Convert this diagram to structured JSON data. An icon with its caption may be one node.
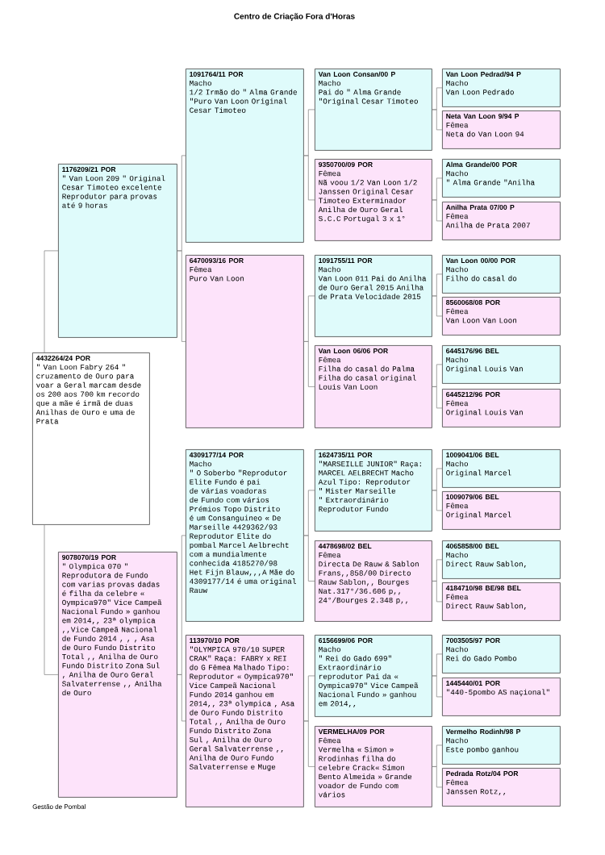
{
  "diagram": {
    "title": "Centro de Criação Fora d'Horas",
    "nodes": [
      {
        "text": [
          "4432264/24 POR",
          "\" Van Loon Fabry 264 \" cruzamento de Ouro para voar a Geral marcam desde os 200 aos 700 km recordo que a mãe é irmã de duas Anilhas de Ouro e uma de Prata"
        ]
      },
      {
        "text": [
          "1176209/21 POR",
          "\" Van Loon 209 \" Original Cesar Timoteo excelente Reprodutor para provas até 9 horas"
        ]
      },
      {
        "text": [
          "9078070/19 POR",
          "\" Olympica 070 \" Reprodutora de Fundo com varias provas dadas é filha da celebre « Oympica970\" Vice Campeã Nacional Fundo » ganhou em 2014,, 23ª olympica ,,Vice Campeã Nacional de Fundo 2014 , , , Asa de Ouro Fundo Distrito Total ,, Anilha de Ouro Fundo Distrito Zona Sul , Anilha de Ouro Geral Salvaterrense ,, Anilha de Ouro"
        ]
      },
      {
        "text": [
          "1091764/11 POR",
          "Macho",
          "1/2 Irmão do \" Alma Grande \"Puro Van Loon Original Cesar Timoteo"
        ]
      },
      {
        "text": [
          "6470093/16 POR",
          "Fêmea",
          "Puro Van Loon"
        ]
      },
      {
        "text": [
          "4309177/14 POR",
          "Macho",
          "\" O Soberbo \"Reprodutor Elite Fundo é pai de várias voadoras de Fundo com vários Prémios Topo Distrito é um Consanguineo « De Marseille 4429362/93 Reprodutor Elite do pombal Marcel Aelbrecht com a mundialmente conhecida 4185270/98 Het Fijn Blauw,,,A Mãe do 4309177/14 é uma original Rauw"
        ]
      },
      {
        "text": [
          "113970/10 POR",
          "\"OLYMPICA 970/10 SUPER CRAK\" Raça: FABRY x REI do G Fêmea Malhado Tipo: Reprodutor « Oympica970\" Vice Campeã Nacional Fundo 2014 ganhou em 2014,, 23ª olympica , Asa de Ouro Fundo Distrito Total ,, Anilha de Ouro Fundo Distrito Zona Sul , Anilha de Ouro Geral Salvaterrense ,, Anilha de Ouro Fundo Salvaterrense e Muge"
        ]
      },
      {
        "text": [
          "Van Loon Consan/00 P",
          "Macho",
          "Pai do \" Alma Grande \"Original Cesar Timoteo"
        ]
      },
      {
        "text": [
          "9350700/09 POR",
          "Fêmea",
          "Nã voou 1/2 Van Loon 1/2 Janssen Original Cesar Timoteo Exterminador Anilha de Ouro Geral S.C.C Portugal 3 x 1°"
        ]
      },
      {
        "text": [
          "1091755/11 POR",
          "Macho",
          "Van Loon 011 Pai do Anilha de Ouro Geral 2015 Anilha de Prata Velocidade 2015"
        ]
      },
      {
        "text": [
          "Van Loon 06/06 POR",
          "Fêmea",
          "Filha do casal do Palma Filha do casal original Louis Van Loon"
        ]
      },
      {
        "text": [
          "1624735/11 POR",
          "\"MARSEILLE JUNIOR\" Raça: MARCEL AELBRECHT Macho Azul Tipo: Reprodutor \" Mister Marseille \" Extraordinário Reprodutor Fundo"
        ]
      },
      {
        "text": [
          "4478698/02 BEL",
          "Fêmea",
          "Directa De Rauw & Sablon Frans,,858/00 Directo Rauw Sablon,, Bourges Nat.317°/36.606 p,, 24°/Bourges 2.348 p,,"
        ]
      },
      {
        "text": [
          "6156699/06 POR",
          "Macho",
          "\" Rei do Gado 699\" Extraordinário reprodutor Pai da « Oympica970\" Vice Campeã Nacional Fundo » ganhou em 2014,,"
        ]
      },
      {
        "text": [
          "VERMELHA/09 POR",
          "Fêmea",
          "Vermelha « Simon » Rrodinhas filha do celebre Crack« Simon Bento Almeida » Grande voador de Fundo com vários"
        ]
      },
      {
        "text": [
          "Van Loon Pedrad/94 P",
          "Macho",
          "Van Loon Pedrado"
        ]
      },
      {
        "text": [
          "Neta Van Loon 9/94 P",
          "Fêmea",
          "Neta do Van Loon 94"
        ]
      },
      {
        "text": [
          "Alma Grande/00 POR",
          "Macho",
          "\" Alma Grande \"Anilha"
        ]
      },
      {
        "text": [
          "Anilha Prata 07/00 P",
          "Fêmea",
          "Anilha de Prata 2007"
        ]
      },
      {
        "text": [
          "Van Loon 00/00 POR",
          "Macho",
          "Filho do casal do"
        ]
      },
      {
        "text": [
          "8560068/08 POR",
          "Fêmea",
          "Van Loon Van Loon"
        ]
      },
      {
        "text": [
          "6445176/96 BEL",
          "Macho",
          "Original Louis Van"
        ]
      },
      {
        "text": [
          "6445212/96 POR",
          "Fêmea",
          "Original Louis Van"
        ]
      },
      {
        "text": [
          "1009041/06 BEL",
          "Macho",
          "Original Marcel"
        ]
      },
      {
        "text": [
          "1009079/06 BEL",
          "Fêmea",
          "Original Marcel"
        ]
      },
      {
        "text": [
          "4065858/00 BEL",
          "Macho",
          "Direct Rauw Sablon,"
        ]
      },
      {
        "text": [
          "4184710/98 BE/98 BEL",
          "Fêmea",
          "Direct Rauw Sablon,"
        ]
      },
      {
        "text": [
          "7003505/97 POR",
          "Macho",
          "Rei do Gado Pombo"
        ]
      },
      {
        "text": [
          "1445440/01 POR",
          "\"440-5pombo AS naçional\""
        ]
      },
      {
        "text": [
          "Vermelho Rodinh/98 P",
          "Macho",
          "Este pombo ganhou"
        ]
      },
      {
        "text": [
          "Pedrada Rotz/04 POR",
          "Fêmea",
          "Janssen Rotz,,"
        ]
      }
    ],
    "edges": [
      {
        "from": 0,
        "to": 1,
        "arrow": "none"
      },
      {
        "from": 0,
        "to": 2,
        "arrow": "none"
      },
      {
        "from": 1,
        "to": 3,
        "arrow": "none"
      },
      {
        "from": 1,
        "to": 4,
        "arrow": "none"
      },
      {
        "from": 2,
        "to": 5,
        "arrow": "none"
      },
      {
        "from": 2,
        "to": 6,
        "arrow": "none"
      },
      {
        "from": 3,
        "to": 7,
        "arrow": "none"
      },
      {
        "from": 3,
        "to": 8,
        "arrow": "none"
      },
      {
        "from": 4,
        "to": 9,
        "arrow": "none"
      },
      {
        "from": 4,
        "to": 10,
        "arrow": "none"
      },
      {
        "from": 5,
        "to": 11,
        "arrow": "none"
      },
      {
        "from": 5,
        "to": 12,
        "arrow": "none"
      },
      {
        "from": 6,
        "to": 13,
        "arrow": "none"
      },
      {
        "from": 6,
        "to": 14,
        "arrow": "none"
      },
      {
        "from": 7,
        "to": 15,
        "arrow": "none"
      },
      {
        "from": 7,
        "to": 16,
        "arrow": "none"
      },
      {
        "from": 8,
        "to": 17,
        "arrow": "none"
      },
      {
        "from": 8,
        "to": 18,
        "arrow": "none"
      },
      {
        "from": 9,
        "to": 19,
        "arrow": "none"
      },
      {
        "from": 9,
        "to": 20,
        "arrow": "none"
      },
      {
        "from": 10,
        "to": 21,
        "arrow": "none"
      },
      {
        "from": 10,
        "to": 22,
        "arrow": "none"
      },
      {
        "from": 11,
        "to": 23,
        "arrow": "none"
      },
      {
        "from": 11,
        "to": 24,
        "arrow": "none"
      },
      {
        "from": 12,
        "to": 25,
        "arrow": "none"
      },
      {
        "from": 12,
        "to": 26,
        "arrow": "none"
      },
      {
        "from": 13,
        "to": 27,
        "arrow": "none"
      },
      {
        "from": 13,
        "to": 28,
        "arrow": "none"
      },
      {
        "from": 14,
        "to": 29,
        "arrow": "none"
      },
      {
        "from": 14,
        "to": 30,
        "arrow": "none"
      }
    ],
    "labels": [
      "Gestão de Pombal"
    ]
  }
}
